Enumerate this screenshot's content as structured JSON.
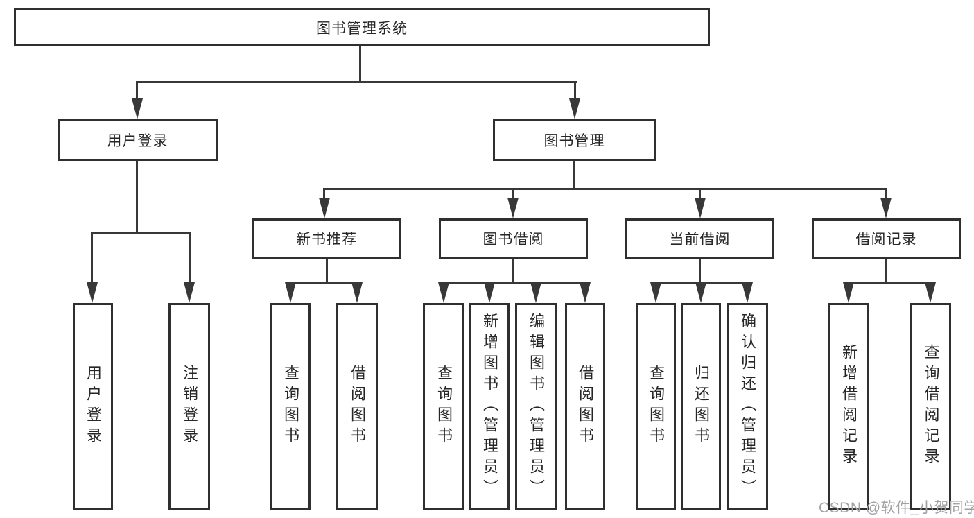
{
  "diagram": {
    "root": {
      "label": "图书管理系统"
    },
    "level2": [
      {
        "label": "用户登录"
      },
      {
        "label": "图书管理"
      }
    ],
    "level3": [
      {
        "label": "新书推荐"
      },
      {
        "label": "图书借阅"
      },
      {
        "label": "当前借阅"
      },
      {
        "label": "借阅记录"
      }
    ],
    "leaves": [
      {
        "parent": "用户登录",
        "label": "用户登录"
      },
      {
        "parent": "用户登录",
        "label": "注销登录"
      },
      {
        "parent": "新书推荐",
        "label": "查询图书"
      },
      {
        "parent": "新书推荐",
        "label": "借阅图书"
      },
      {
        "parent": "图书借阅",
        "label": "查询图书"
      },
      {
        "parent": "图书借阅",
        "label": "新增图书（管理员）"
      },
      {
        "parent": "图书借阅",
        "label": "编辑图书（管理员）"
      },
      {
        "parent": "图书借阅",
        "label": "借阅图书"
      },
      {
        "parent": "当前借阅",
        "label": "查询图书"
      },
      {
        "parent": "当前借阅",
        "label": "归还图书"
      },
      {
        "parent": "当前借阅",
        "label": "确认归还（管理员）"
      },
      {
        "parent": "借阅记录",
        "label": "新增借阅记录"
      },
      {
        "parent": "借阅记录",
        "label": "查询借阅记录"
      }
    ],
    "colors": {
      "line": "#383838",
      "border": "#2f2f2f",
      "text": "#262626",
      "background": "#ffffff",
      "watermark": "#a2a2a2"
    }
  },
  "watermark": {
    "text": "CSDN @软件_小贺同学"
  }
}
